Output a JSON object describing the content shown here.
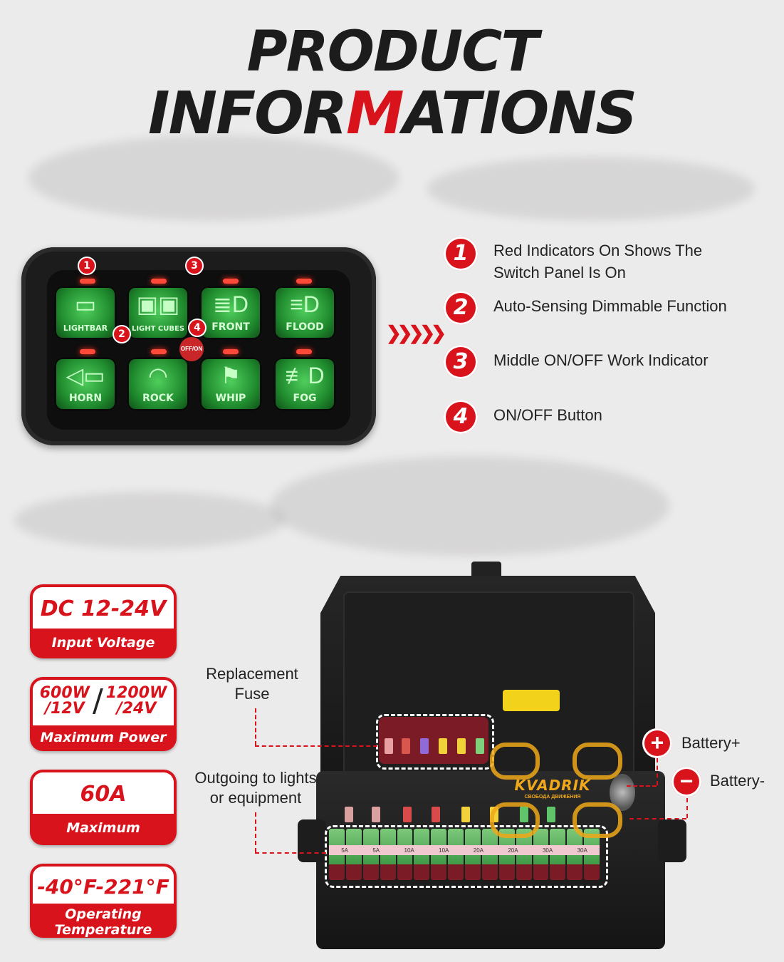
{
  "header": {
    "line1": "PRODUCT",
    "line2_pre": "INFOR",
    "line2_accent": "M",
    "line2_post": "ATIONS"
  },
  "colors": {
    "accent": "#d8131c",
    "switch_glow": "#3fbf4e",
    "led": "#ff4a3a"
  },
  "switch_panel": {
    "switches": [
      {
        "label": "LIGHTBAR",
        "icon": "lightbar-icon"
      },
      {
        "label": "LIGHT CUBES",
        "icon": "light-cubes-icon"
      },
      {
        "label": "FRONT",
        "icon": "headlight-icon"
      },
      {
        "label": "FLOOD",
        "icon": "flood-icon"
      },
      {
        "label": "HORN",
        "icon": "horn-icon"
      },
      {
        "label": "ROCK",
        "icon": "rock-light-icon"
      },
      {
        "label": "WHIP",
        "icon": "whip-flag-icon"
      },
      {
        "label": "FOG",
        "icon": "fog-light-icon"
      }
    ],
    "onoff_label": "OFF/ON",
    "markers": [
      "1",
      "2",
      "3",
      "4"
    ]
  },
  "features": [
    {
      "num": "1",
      "text": "Red Indicators On Shows The Switch Panel Is On"
    },
    {
      "num": "2",
      "text": "Auto-Sensing Dimmable Function"
    },
    {
      "num": "3",
      "text": "Middle ON/OFF Work Indicator"
    },
    {
      "num": "4",
      "text": "ON/OFF Button"
    }
  ],
  "specs": {
    "voltage": {
      "value": "DC 12-24V",
      "label": "Input Voltage"
    },
    "power": {
      "v1": "600W",
      "u1": "/12V",
      "v2": "1200W",
      "u2": "/24V",
      "label": "Maximum Power"
    },
    "current": {
      "value": "60A",
      "label": "Maximum"
    },
    "temp": {
      "value": "-40°F-221°F",
      "label1": "Operating",
      "label2": "Temperature"
    }
  },
  "callouts": {
    "fuse_line1": "Replacement",
    "fuse_line2": "Fuse",
    "out_line1": "Outgoing to lights",
    "out_line2": "or equipment",
    "battery_pos": "Battery+",
    "battery_neg": "Battery-",
    "plus_sign": "+",
    "minus_sign": "−"
  },
  "fuse_ratings": [
    "5A",
    "5A",
    "10A",
    "10A",
    "20A",
    "20A",
    "30A",
    "30A"
  ],
  "watermark": {
    "brand": "KVADRIK",
    "tagline": "СВОБОДА ДВИЖЕНИЯ"
  }
}
